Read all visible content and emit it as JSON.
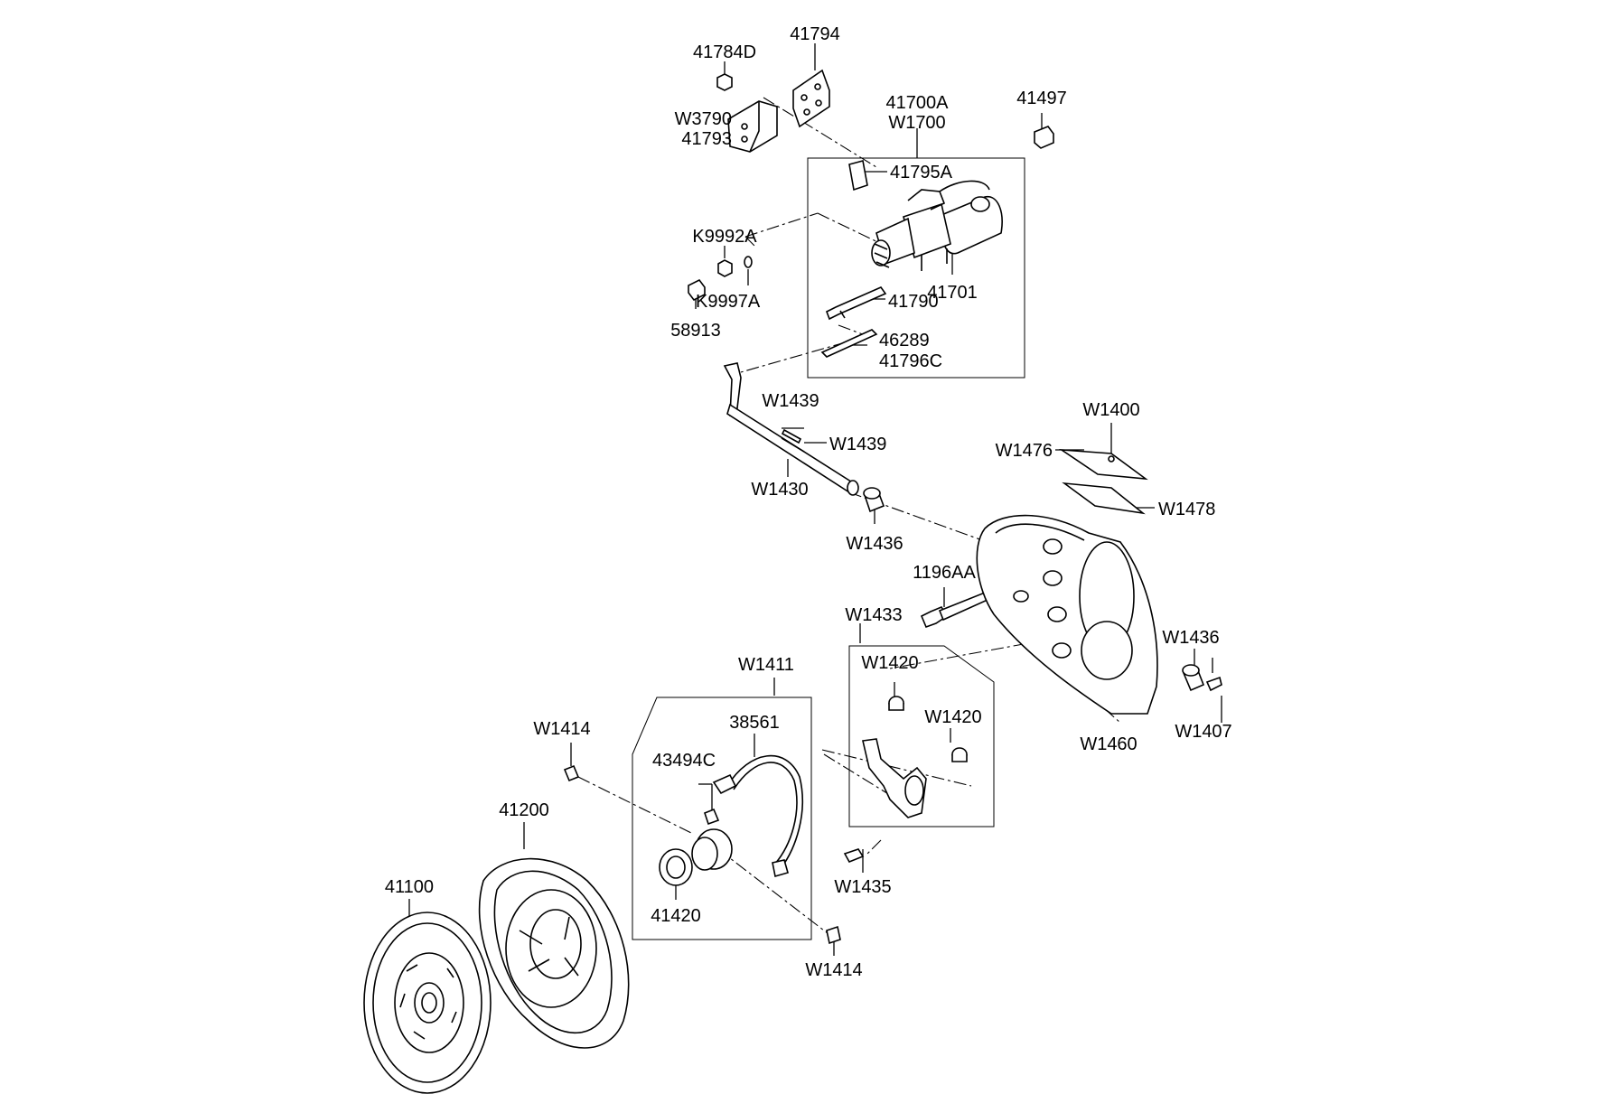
{
  "diagram": {
    "parts": {
      "p41794": "41794",
      "p41784D": "41784D",
      "pW3790": "W3790",
      "p41793": "41793",
      "p41700A": "41700A",
      "pW1700": "W1700",
      "p41497": "41497",
      "p41795A": "41795A",
      "pK9992A": "K9992A",
      "pK9997A": "K9997A",
      "p58913": "58913",
      "p41701": "41701",
      "p41790": "41790",
      "p46289": "46289",
      "p41796C": "41796C",
      "pW1439a": "W1439",
      "pW1439b": "W1439",
      "pW1400": "W1400",
      "pW1476": "W1476",
      "pW1478": "W1478",
      "pW1430": "W1430",
      "pW1436a": "W1436",
      "p1196AA": "1196AA",
      "pW1433": "W1433",
      "pW1420a": "W1420",
      "pW1420b": "W1420",
      "pW1436b": "W1436",
      "pW1411": "W1411",
      "p38561": "38561",
      "pW1414a": "W1414",
      "p43494C": "43494C",
      "pW1460": "W1460",
      "pW1407": "W1407",
      "p41200": "41200",
      "pW1435": "W1435",
      "p41100": "41100",
      "p41420": "41420",
      "pW1414b": "W1414"
    }
  }
}
